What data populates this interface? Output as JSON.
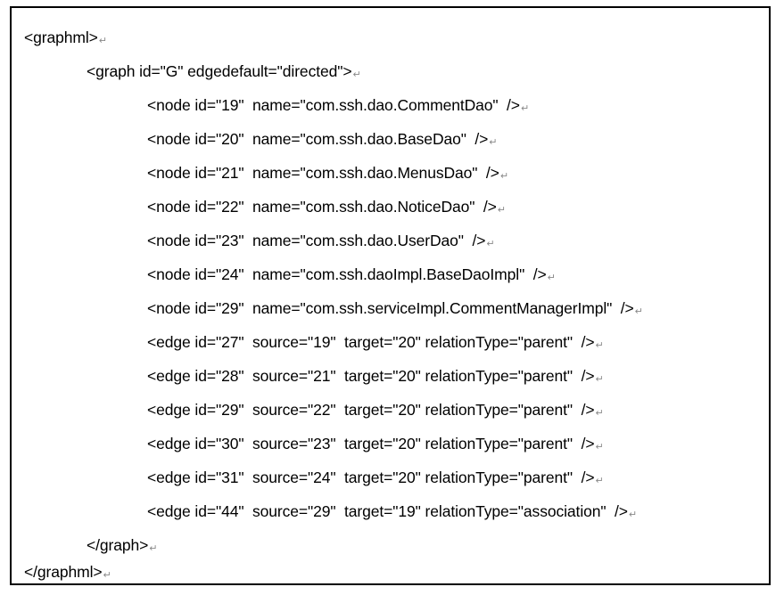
{
  "document": {
    "return_mark": "↵",
    "lines": [
      {
        "indent": 0,
        "text": "<graphml>"
      },
      {
        "indent": 1,
        "text": "<graph id=\"G\" edgedefault=\"directed\">"
      },
      {
        "indent": 2,
        "text": "<node id=\"19\"  name=\"com.ssh.dao.CommentDao\"  />"
      },
      {
        "indent": 2,
        "text": "<node id=\"20\"  name=\"com.ssh.dao.BaseDao\"  />"
      },
      {
        "indent": 2,
        "text": "<node id=\"21\"  name=\"com.ssh.dao.MenusDao\"  />"
      },
      {
        "indent": 2,
        "text": "<node id=\"22\"  name=\"com.ssh.dao.NoticeDao\"  />"
      },
      {
        "indent": 2,
        "text": "<node id=\"23\"  name=\"com.ssh.dao.UserDao\"  />"
      },
      {
        "indent": 2,
        "text": "<node id=\"24\"  name=\"com.ssh.daoImpl.BaseDaoImpl\"  />"
      },
      {
        "indent": 2,
        "text": "<node id=\"29\"  name=\"com.ssh.serviceImpl.CommentManagerImpl\"  />"
      },
      {
        "indent": 2,
        "text": "<edge id=\"27\"  source=\"19\"  target=\"20\" relationType=\"parent\"  />"
      },
      {
        "indent": 2,
        "text": "<edge id=\"28\"  source=\"21\"  target=\"20\" relationType=\"parent\"  />"
      },
      {
        "indent": 2,
        "text": "<edge id=\"29\"  source=\"22\"  target=\"20\" relationType=\"parent\"  />"
      },
      {
        "indent": 2,
        "text": "<edge id=\"30\"  source=\"23\"  target=\"20\" relationType=\"parent\"  />"
      },
      {
        "indent": 2,
        "text": "<edge id=\"31\"  source=\"24\"  target=\"20\" relationType=\"parent\"  />"
      },
      {
        "indent": 2,
        "text": "<edge id=\"44\"  source=\"29\"  target=\"19\" relationType=\"association\"  />"
      },
      {
        "indent": 1,
        "text": "</graph>"
      },
      {
        "indent": 0,
        "text": "</graphml>"
      }
    ]
  }
}
